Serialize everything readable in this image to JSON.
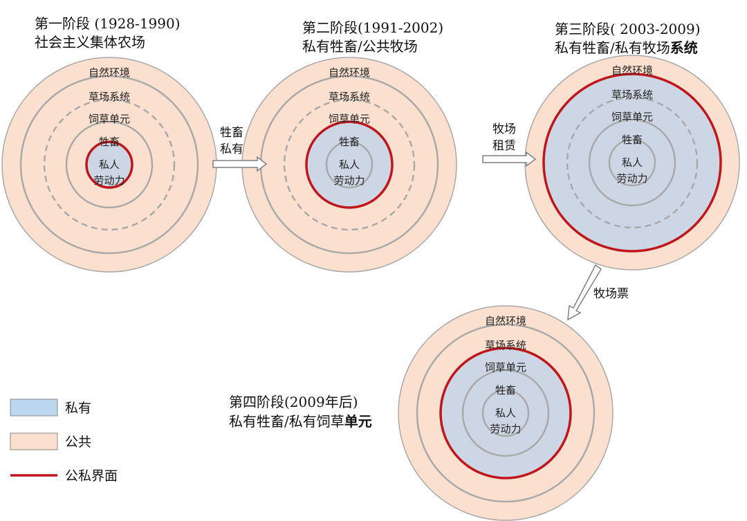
{
  "colors": {
    "private_fill": "#cdd6e4",
    "public_fill": "#fbe0d0",
    "ring_stroke": "#a9a9a9",
    "interface_stroke": "#c0161b",
    "legend_private": "#bcd7ef",
    "legend_public": "#fbe0d0",
    "legend_border": "#8a8a8a"
  },
  "rings": {
    "natural_environment": "自然环境",
    "grassland_system": "草场系统",
    "forage_unit": "饲草单元",
    "livestock": "牲畜",
    "labor_line1": "私人",
    "labor_line2": "劳动力"
  },
  "stages": [
    {
      "title_line1": "第一阶段 (1928-1990)",
      "title_line2": "社会主义集体农场",
      "title_line2_bold": "",
      "private_level": 1
    },
    {
      "title_line1": "第二阶段(1991-2002)",
      "title_line2": "私有牲畜/公共牧场",
      "title_line2_bold": "",
      "private_level": 2
    },
    {
      "title_line1": "第三阶段( 2003-2009)",
      "title_line2": "私有牲畜/私有牧场",
      "title_line2_bold": "系统",
      "private_level": 4
    },
    {
      "title_line1": "第四阶段(2009年后)",
      "title_line2": "私有牲畜/私有饲草",
      "title_line2_bold": "单元",
      "private_level": 3
    }
  ],
  "arrows": [
    {
      "line1": "牲畜",
      "line2": "私有"
    },
    {
      "line1": "牧场",
      "line2": "租赁"
    },
    {
      "line1": "牧场票",
      "line2": ""
    }
  ],
  "legend": {
    "private": "私有",
    "public": "公共",
    "interface": "公私界面"
  }
}
